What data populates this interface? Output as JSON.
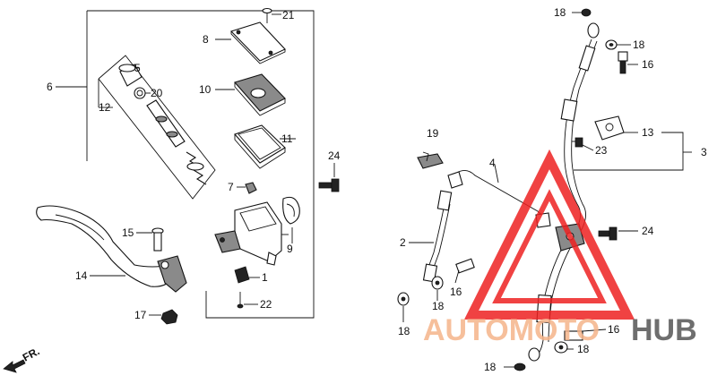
{
  "labels": {
    "l1": "1",
    "l2": "2",
    "l3": "3",
    "l4": "4",
    "l5": "5",
    "l6": "6",
    "l7": "7",
    "l8": "8",
    "l9": "9",
    "l10": "10",
    "l11": "11",
    "l12": "12",
    "l13": "13",
    "l14": "14",
    "l15": "15",
    "l16a": "16",
    "l16b": "16",
    "l16c": "16",
    "l17": "17",
    "l18a": "18",
    "l18b": "18",
    "l18c": "18",
    "l18d": "18",
    "l18e": "18",
    "l18f": "18",
    "l19": "19",
    "l20": "20",
    "l21": "21",
    "l22": "22",
    "l23": "23",
    "l24a": "24",
    "l24b": "24"
  },
  "direction_label": "FR.",
  "watermark": {
    "text_a": "AUTOMOTO",
    "text_b": "HUB",
    "color_a": "#f5b48a",
    "color_b": "#555555",
    "triangle_color": "#ee2222"
  }
}
